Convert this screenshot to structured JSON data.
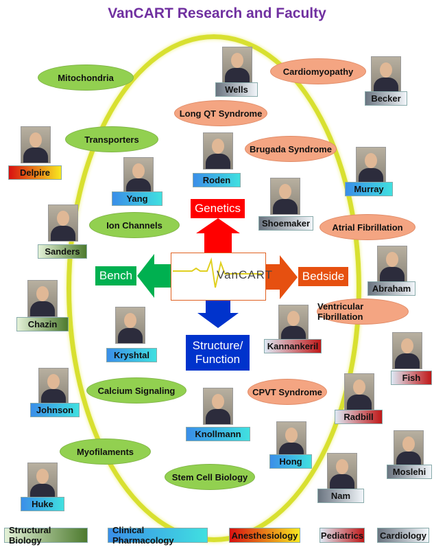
{
  "title": "VanCART Research and Faculty",
  "center": {
    "logo": "VanCART",
    "up": "Genetics",
    "left": "Bench",
    "right": "Bedside",
    "down": "Structure/ Function"
  },
  "basic_topics": [
    "Mitochondria",
    "Transporters",
    "Ion Channels",
    "Calcium Signaling",
    "Myofilaments",
    "Stem Cell Biology"
  ],
  "clinical_topics": [
    "Cardiomyopathy",
    "Long QT Syndrome",
    "Brugada Syndrome",
    "Atrial Fibrillation",
    "Ventricular Fibrillation",
    "CPVT Syndrome"
  ],
  "faculty": [
    "Wells",
    "Becker",
    "Delpire",
    "Yang",
    "Roden",
    "Murray",
    "Shoemaker",
    "Sanders",
    "Abraham",
    "Chazin",
    "Kryshtal",
    "Kannankeril",
    "Fish",
    "Johnson",
    "Radbill",
    "Knollmann",
    "Hong",
    "Moslehi",
    "Nam",
    "Huke"
  ],
  "legend": [
    "Structural Biology",
    "Clinical Pharmacology",
    "Anesthesiology",
    "Pediatrics",
    "Cardiology"
  ],
  "colors": {
    "title": "#7030a0",
    "genetics": "#ff0000",
    "bench": "#00b050",
    "bedside": "#e65010",
    "structure": "#0033cc"
  }
}
